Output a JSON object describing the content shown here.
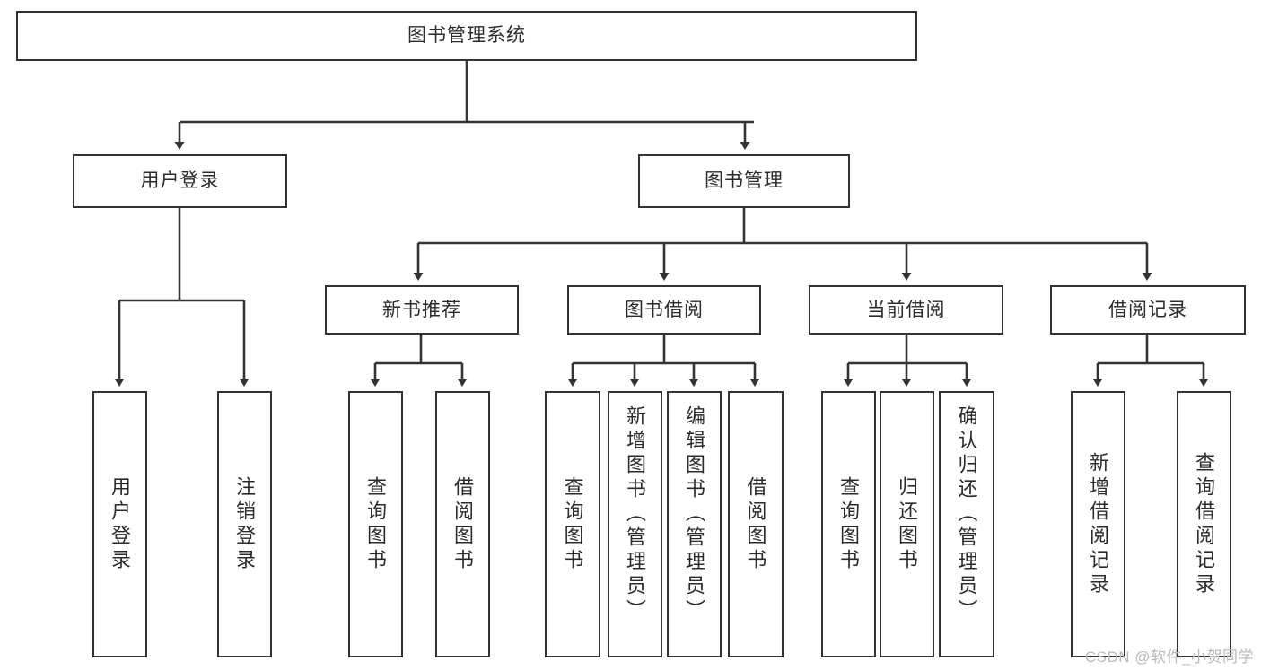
{
  "diagram": {
    "title_node": {
      "label": "图书管理系统"
    },
    "level1": [
      {
        "label": "用户登录"
      },
      {
        "label": "图书管理"
      }
    ],
    "level2": [
      {
        "label": "新书推荐"
      },
      {
        "label": "图书借阅"
      },
      {
        "label": "当前借阅"
      },
      {
        "label": "借阅记录"
      }
    ],
    "leaves": {
      "user_login": [
        {
          "label": "用户登录"
        },
        {
          "label": "注销登录"
        }
      ],
      "new_book_recommend": [
        {
          "label": "查询图书"
        },
        {
          "label": "借阅图书"
        }
      ],
      "book_borrow": [
        {
          "label": "查询图书"
        },
        {
          "label": "新增图书（管理员）"
        },
        {
          "label": "编辑图书（管理员）"
        },
        {
          "label": "借阅图书"
        }
      ],
      "current_borrow": [
        {
          "label": "查询图书"
        },
        {
          "label": "归还图书"
        },
        {
          "label": "确认归还（管理员）"
        }
      ],
      "borrow_record": [
        {
          "label": "新增借阅记录"
        },
        {
          "label": "查询借阅记录"
        }
      ]
    }
  },
  "watermark": {
    "text": "CSDN @软件_小贺同学"
  },
  "colors": {
    "border": "#333333",
    "background": "#ffffff",
    "text": "#2b2b2b",
    "watermark": "#b9b9b9"
  }
}
